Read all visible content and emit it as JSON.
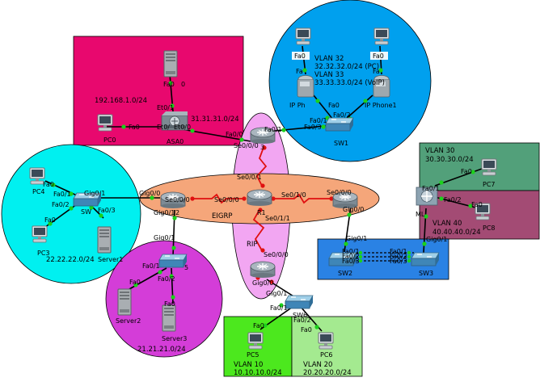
{
  "areas": {
    "magenta_subnet": "192.168.1.0/24",
    "cyan_subnet": "22.22.22.0/24",
    "pink_subnet": "21.21.21.0/24",
    "blue_vlan32": "VLAN 32",
    "blue_vlan32_net": "32.32.32.0/24 (PC)",
    "blue_vlan33": "VLAN 33",
    "blue_vlan33_net": "33.33.33.0/24 (VoIP)",
    "vlan30": "VLAN 30",
    "vlan30_net": "30.30.30.0/24",
    "vlan40": "VLAN 40",
    "vlan40_net": "40.40.40.0/24",
    "vlan10": "VLAN 10",
    "vlan10_net": "10.10.10.0/24",
    "vlan20": "VLAN 20",
    "vlan20_net": "20.20.20.0/24",
    "wan_net": "31.31.31.0/24",
    "eigrp": "EIGRP",
    "rip": "RIP"
  },
  "devices": {
    "asa": "ASA0",
    "pc0": "PC0",
    "r1": "R1",
    "r3": "3",
    "r2": "2",
    "sw1": "SW1",
    "sw2": "SW2",
    "sw3": "SW3",
    "sw4": "SW",
    "sw5": "5",
    "sw6": "SW6",
    "ml": "ML",
    "pc3": "PC3",
    "pc4": "PC4",
    "pc5": "PC5",
    "pc6": "PC6",
    "pc7": "PC7",
    "pc8": "PC8",
    "server1": "Server1",
    "server2": "Server2",
    "server3": "Server3",
    "ipphone0": "IP Ph",
    "ipphone1": "IP Phone1"
  },
  "ports": {
    "srv_fa0": "Fa0",
    "srv_fa0_b": "0",
    "asa_et01": "Et0/1",
    "pc0_fa0": "Fa0",
    "asa_et0": "Et0/",
    "asa_et00": "Et0/0",
    "r3_fa00": "Fa0/0",
    "r3_fa01": "Fa0/1",
    "r3_se000": "Se0/0/0",
    "r3_3": "3",
    "r1_se001": "Se0/0/1",
    "r1_se000": "Se0/0/0",
    "r1_se010": "Se0/1/0",
    "r1_se011": "Se0/1/1",
    "r2_gig00": "Gig0/0",
    "r2_se000": "Se0/0/0",
    "r2_gig01": "Gig0/1",
    "r2_2": "2",
    "r4_se000": "Se0/0/0",
    "r4_gig00": "Gig0/0",
    "r5_se000": "Se0/0/0",
    "r5_gig00": "Gig0/0",
    "sw1_fa01": "Fa0/1",
    "sw1_fa03": "Fa0/3",
    "sw1_fa02": "Fa0/2",
    "ph0_fa0": "Fa0",
    "ph0_fa": "Fa",
    "ph1_fa0": "Fa0",
    "ph1_fa": "Fa",
    "ph0_fa_b": "Fa0",
    "pc_top_fa0": "Fa0",
    "sw4_gig01": "Gig0/1",
    "sw4_fa01": "Fa0/1",
    "sw4_fa02": "Fa0/2",
    "sw4_fa03": "Fa0/3",
    "pc4_fa0": "Fa0",
    "pc3_fa0": "Fa0",
    "sw5_gig01": "Gig0/1",
    "sw5_fa01": "Fa0/1",
    "sw5_fa02": "Fa0/2",
    "srv2_fa0": "Fa0",
    "srv3_fa0": "Fa0",
    "sw2_gig01": "Gig0/1",
    "sw2_fa01": "Fa0/1",
    "sw2_fa02": "Fa0/2",
    "sw2_fa03": "Fa0/3",
    "sw3_fa01": "Fa0/1",
    "sw3_fa02": "Fa0/2",
    "sw3_fa03": "Fa0/3",
    "ml_fa01": "Fa0/1",
    "ml_fa02": "Fa0/2",
    "ml_gig01": "Gig0/1",
    "pc7_fa0": "Fa0",
    "pc8_fa0": "Fa0",
    "r5_gig01_sw6": "Gig0/1",
    "sw6_fa01": "Fa0/1",
    "sw6_fa02": "Fa0/2",
    "pc5_fa0": "Fa0",
    "pc6_fa0": "Fa0"
  },
  "colors": {
    "magenta": "#e8086e",
    "cyan": "#00f0f0",
    "blue": "#00a0ee",
    "pink": "#d43dd8",
    "orange": "#f5a67a",
    "lavender": "#f2a6f2",
    "sw_blue": "#2a82e4",
    "vlan30_green": "#52a07a",
    "vlan40_purple": "#a34b74",
    "vlan10_green": "#4ce81e",
    "vlan20_green": "#a4ea90",
    "link_red": "#e01010",
    "link_up": "#1bd11b"
  }
}
